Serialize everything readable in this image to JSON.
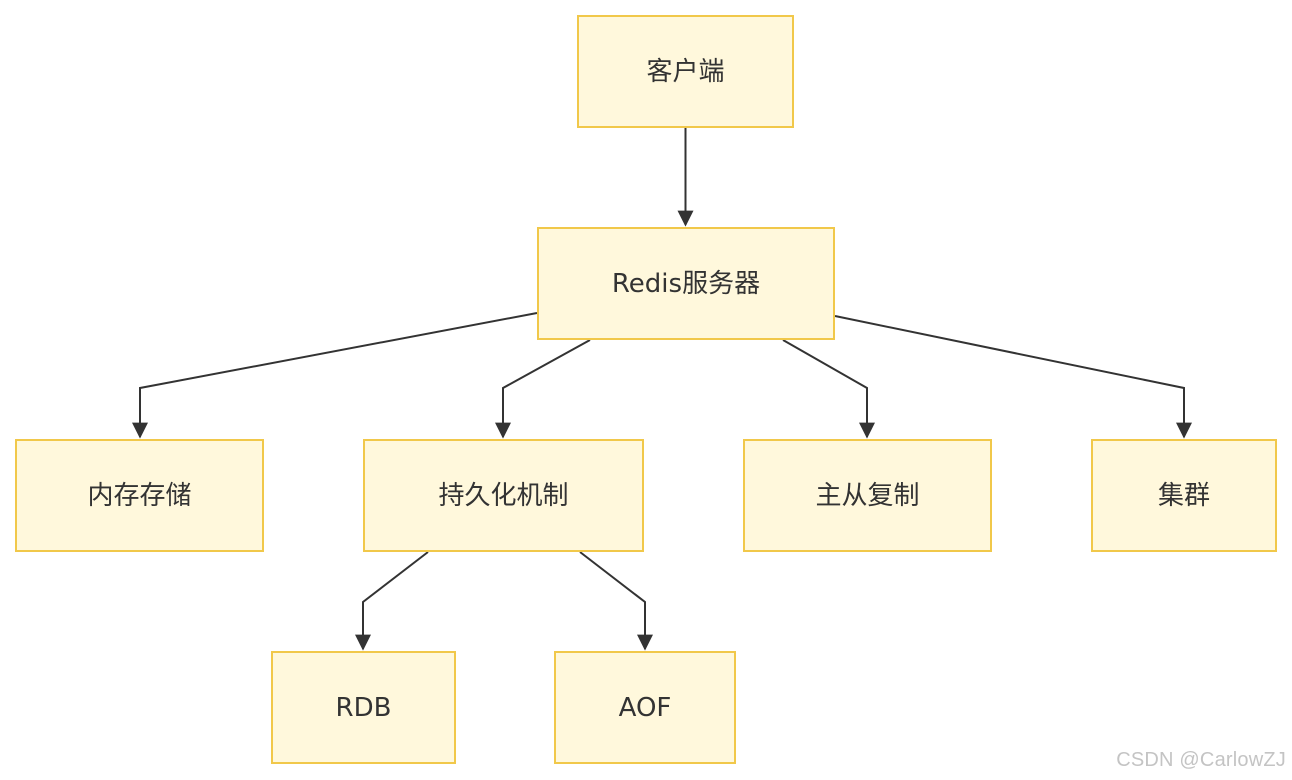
{
  "diagram": {
    "nodes": {
      "client": "客户端",
      "redis_server": "Redis服务器",
      "memory_storage": "内存存储",
      "persistence": "持久化机制",
      "replication": "主从复制",
      "cluster": "集群",
      "rdb": "RDB",
      "aof": "AOF"
    },
    "edges": [
      [
        "client",
        "redis_server"
      ],
      [
        "redis_server",
        "memory_storage"
      ],
      [
        "redis_server",
        "persistence"
      ],
      [
        "redis_server",
        "replication"
      ],
      [
        "redis_server",
        "cluster"
      ],
      [
        "persistence",
        "rdb"
      ],
      [
        "persistence",
        "aof"
      ]
    ],
    "node_fill_color": "#fff8dc",
    "node_border_color": "#f1c84a",
    "edge_color": "#333333"
  },
  "watermark": "CSDN @CarlowZJ"
}
